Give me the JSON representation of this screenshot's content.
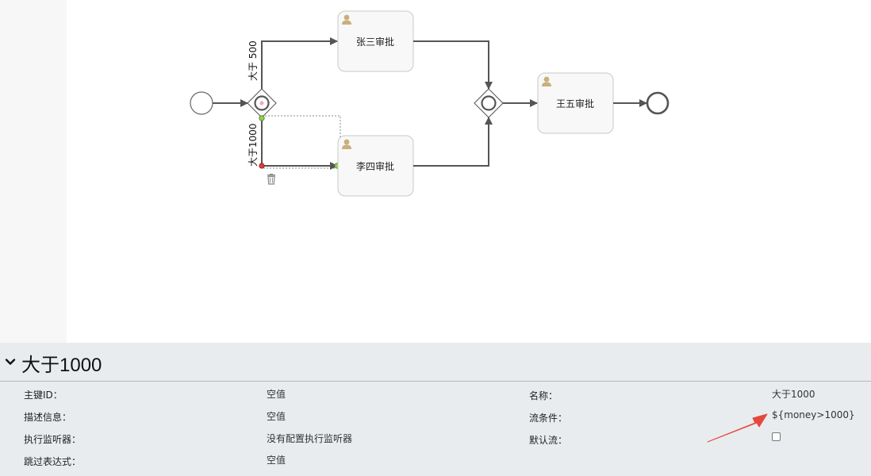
{
  "diagram": {
    "tasks": [
      {
        "id": "task-zhangsan",
        "label": "张三审批"
      },
      {
        "id": "task-lisi",
        "label": "李四审批"
      },
      {
        "id": "task-wangwu",
        "label": "王五审批"
      }
    ],
    "flows": {
      "upper_condition": "大于 500",
      "lower_condition": "大于1000"
    },
    "icons": {
      "task_type": "user-icon",
      "delete": "trash-icon"
    },
    "colors": {
      "flow_line": "#555555",
      "task_fill": "#f8f8f8",
      "task_border": "#c8c8c8",
      "user_icon": "#c8b07c",
      "handle_green": "#8fd14f",
      "handle_red": "#e23b3b",
      "annotation_arrow": "#e5483f"
    }
  },
  "properties": {
    "title": "大于1000",
    "left": [
      {
        "label": "主键ID：",
        "value": "空值"
      },
      {
        "label": "描述信息：",
        "value": "空值"
      },
      {
        "label": "执行监听器：",
        "value": "没有配置执行监听器"
      },
      {
        "label": "跳过表达式：",
        "value": "空值"
      }
    ],
    "right": [
      {
        "label": "名称：",
        "value": "大于1000"
      },
      {
        "label": "流条件：",
        "value": "${money>1000}"
      },
      {
        "label": "默认流：",
        "value": ""
      }
    ],
    "default_flow_checked": false
  }
}
